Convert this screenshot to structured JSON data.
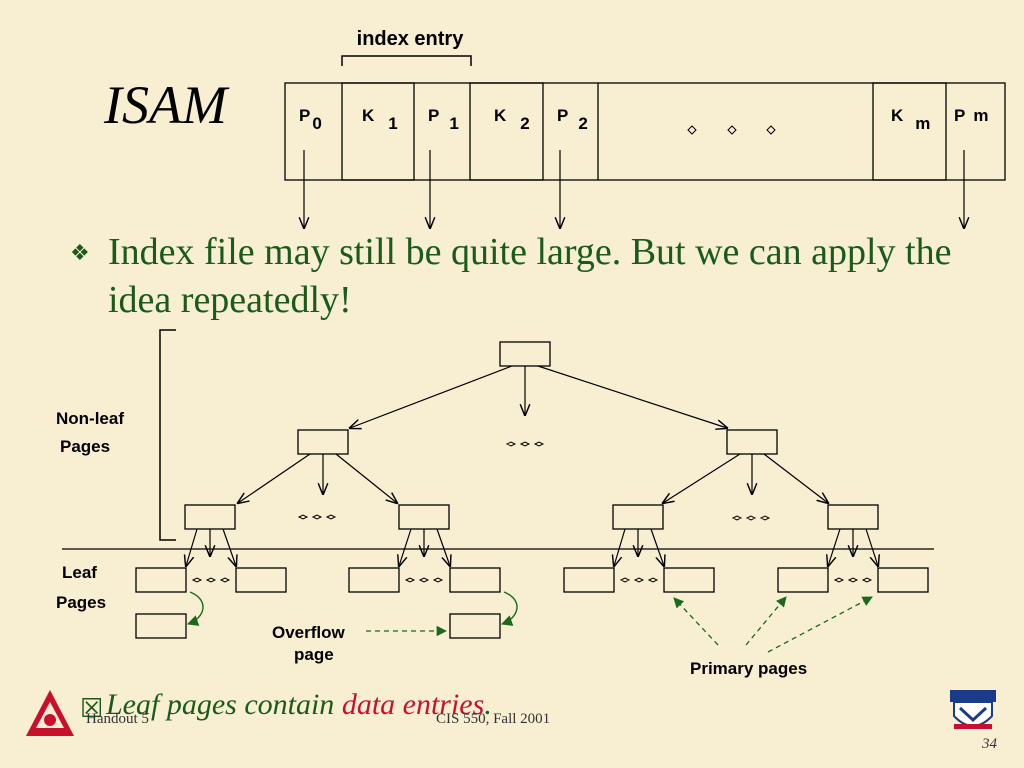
{
  "slide": {
    "title": "ISAM",
    "bullet": "Index file may still be quite large.  But we can apply the idea repeatedly!",
    "leaf_note_prefix": "Leaf pages contain ",
    "leaf_note_highlight": "data entries",
    "leaf_note_suffix": ".",
    "footer_left": "Handout 5",
    "footer_center": "CIS 550, Fall 2001",
    "page_number": "34"
  },
  "index_page": {
    "entry_label": "index entry",
    "cells": [
      {
        "base": "P",
        "sub": "0"
      },
      {
        "base": "K",
        "sub": "1"
      },
      {
        "base": "P",
        "sub": "1"
      },
      {
        "base": "K",
        "sub": "2"
      },
      {
        "base": "P",
        "sub": "2"
      },
      {
        "base": "K",
        "sub": "m"
      },
      {
        "base": "P",
        "sub": "m"
      }
    ]
  },
  "tree": {
    "nonleaf_label_1": "Non-leaf",
    "nonleaf_label_2": "Pages",
    "leaf_label_1": "Leaf",
    "leaf_label_2": "Pages",
    "overflow_label_1": "Overflow",
    "overflow_label_2": "page",
    "primary_label": "Primary pages"
  },
  "colors": {
    "background": "#f8eed2",
    "bullet_green": "#1a5a1a",
    "highlight_red": "#c8102e",
    "arrow_green": "#1a6a1a"
  }
}
